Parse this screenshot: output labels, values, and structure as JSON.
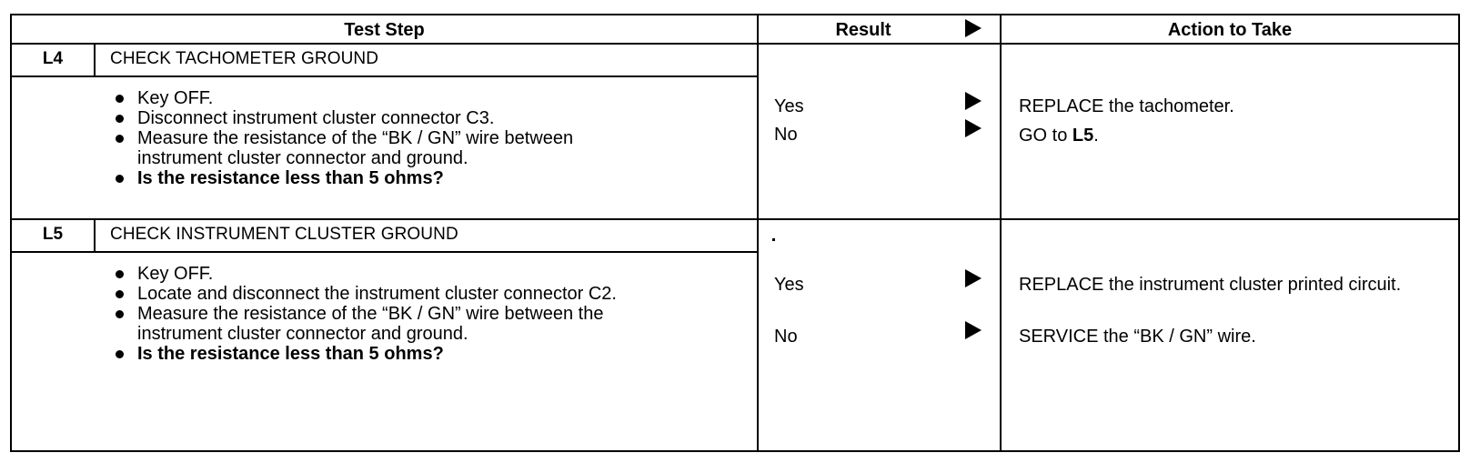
{
  "header": {
    "test_step": "Test Step",
    "result": "Result",
    "action": "Action to Take"
  },
  "steps": [
    {
      "id": "L4",
      "title": "CHECK TACHOMETER GROUND",
      "bullets": [
        "Key OFF.",
        "Disconnect instrument cluster connector C3.",
        "Measure the resistance of the “BK / GN” wire between instrument cluster connector and ground.",
        "Is the resistance less than 5 ohms?"
      ],
      "results": [
        {
          "label": "Yes",
          "action": "REPLACE the tachometer."
        },
        {
          "label": "No",
          "action_prefix": "GO to ",
          "action_bold": "L5",
          "action_suffix": "."
        }
      ]
    },
    {
      "id": "L5",
      "title": "CHECK INSTRUMENT CLUSTER GROUND",
      "bullets": [
        "Key OFF.",
        "Locate and disconnect the instrument cluster connector C2.",
        "Measure the resistance of the “BK / GN” wire between the instrument cluster connector and ground.",
        "Is the resistance less than 5 ohms?"
      ],
      "results": [
        {
          "label": "Yes",
          "action": "REPLACE the instrument cluster printed circuit."
        },
        {
          "label": "No",
          "action": "SERVICE the “BK / GN” wire."
        }
      ]
    }
  ]
}
